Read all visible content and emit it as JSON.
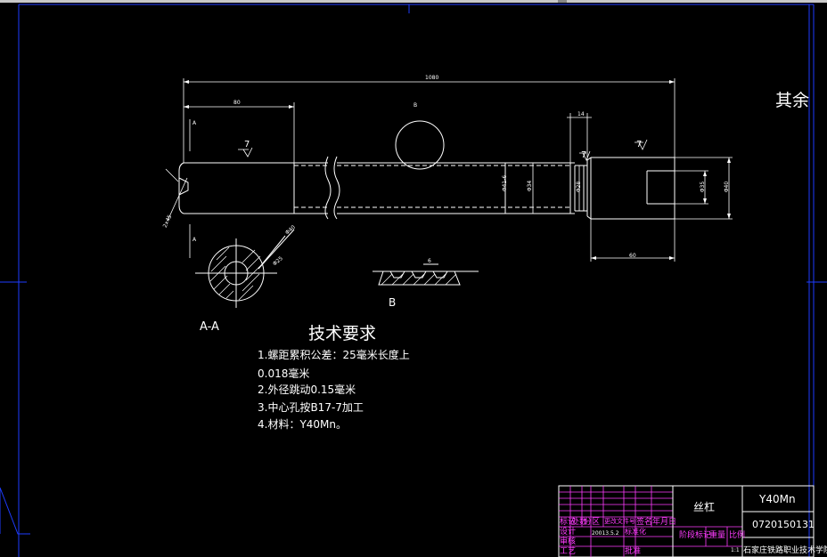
{
  "drawing": {
    "roughness_label": "其余",
    "dims": {
      "overall_length": "1080",
      "left_segment": "80",
      "right_step": "14",
      "right_segment": "60",
      "section_mark_a": "A",
      "detail_mark_b": "B",
      "dia_major": "Φ41-6",
      "dia_minor": "Φ34",
      "dia_neck": "Φ28",
      "dia_end": "Φ35",
      "dia_right": "Φ40",
      "section_dia_outer": "Φ40",
      "section_dia_inner": "Φ25",
      "chamfer": "2x45",
      "thread_pitch": "6",
      "roughness_value": "7"
    },
    "section_label": "A-A",
    "detail_label": "B"
  },
  "requirements": {
    "title": "技术要求",
    "items": [
      "1.螺距累积公差：25毫米长度上",
      "0.018毫米",
      "2.外径跳动0.15毫米",
      "3.中心孔按B17-7加工",
      "4.材料：Y40Mn。"
    ]
  },
  "title_block": {
    "part_name": "丝杠",
    "material": "Y40Mn",
    "drawing_number": "0720150131",
    "headers": [
      "标记",
      "处数",
      "分区",
      "更改文件号",
      "签名",
      "年月日"
    ],
    "row_design": "设计",
    "row_design_date": "20013.5.2",
    "row_std": "标准化",
    "row_review": "审核",
    "row_process": "工艺",
    "row_approve": "批准",
    "stage_label": "阶段标记",
    "weight_label": "重量",
    "scale_label": "比例",
    "scale_value": "1:1",
    "school": "石家庄铁路职业技术学院"
  },
  "colors": {
    "background": "#000000",
    "lines": "#ffffff",
    "frame_blue": "#1e3cff",
    "table_magenta": "#ff3cff"
  }
}
